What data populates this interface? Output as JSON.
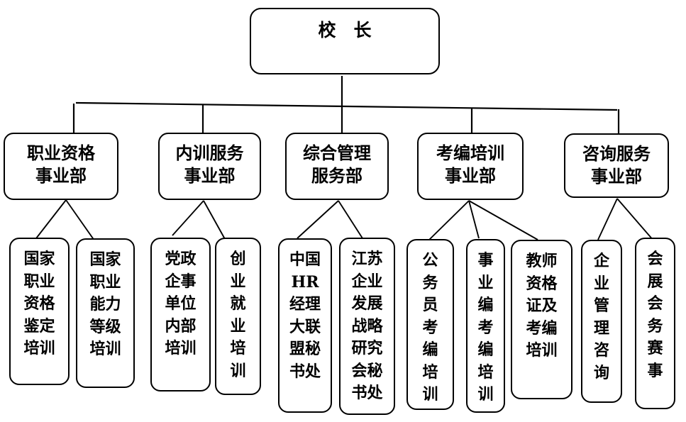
{
  "chart": {
    "type": "org-chart",
    "colors": {
      "background": "#ffffff",
      "border": "#000000",
      "text": "#000000",
      "line": "#000000"
    },
    "root": {
      "label": "校　长"
    },
    "departments": [
      {
        "label": "职业资格\n事业部",
        "children": [
          {
            "label": "国家\n职业\n资格\n鉴定\n培训"
          },
          {
            "label": "国家\n职业\n能力\n等级\n培训"
          }
        ]
      },
      {
        "label": "内训服务\n事业部",
        "children": [
          {
            "label": "党政\n企事\n单位\n内部\n培训"
          },
          {
            "label": "创\n业\n就\n业\n培\n训"
          }
        ]
      },
      {
        "label": "综合管理\n服务部",
        "children": [
          {
            "label": "中国\nHR\n经理\n大联\n盟秘\n书处"
          },
          {
            "label": "江苏\n企业\n发展\n战略\n研究\n会秘\n书处"
          }
        ]
      },
      {
        "label": "考编培训\n事业部",
        "children": [
          {
            "label": "公\n务\n员\n考\n编\n培\n训"
          },
          {
            "label": "事\n业\n编\n考\n编\n培\n训"
          },
          {
            "label": "教师\n资格\n证及\n考编\n培训"
          }
        ]
      },
      {
        "label": "咨询服务\n事业部",
        "children": [
          {
            "label": "企\n业\n管\n理\n咨\n询"
          },
          {
            "label": "会\n展\n会\n务\n赛\n事"
          }
        ]
      }
    ]
  }
}
